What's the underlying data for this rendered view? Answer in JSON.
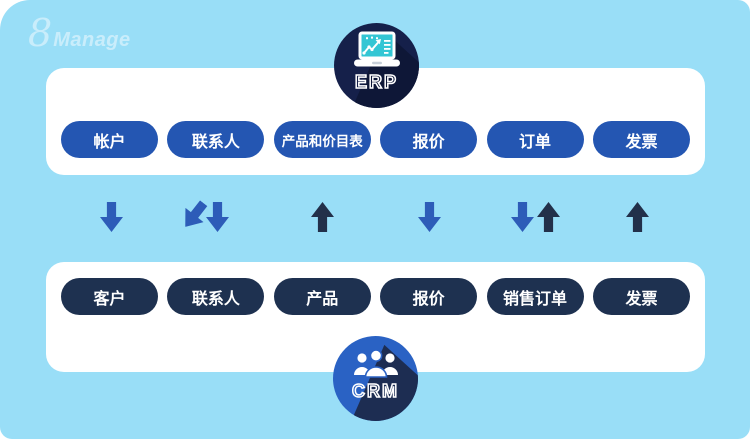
{
  "logo": {
    "prefix": "8",
    "name": "Manage"
  },
  "diagram": {
    "erp": {
      "label": "ERP",
      "icon": "laptop-chart-icon",
      "items": [
        "帐户",
        "联系人",
        "产品和价目表",
        "报价",
        "订单",
        "发票"
      ]
    },
    "crm": {
      "label": "CRM",
      "icon": "people-icon",
      "items": [
        "客户",
        "联系人",
        "产品",
        "报价",
        "销售订单",
        "发票"
      ]
    },
    "sync_arrows": [
      {
        "between": "帐户/客户",
        "directions": [
          "erp-to-crm"
        ]
      },
      {
        "between": "联系人/联系人",
        "directions": [
          "erp-to-crm",
          "erp-to-crm"
        ]
      },
      {
        "between": "产品和价目表/产品",
        "directions": [
          "crm-to-erp"
        ]
      },
      {
        "between": "报价/报价",
        "directions": [
          "erp-to-crm"
        ]
      },
      {
        "between": "订单/销售订单",
        "directions": [
          "erp-to-crm",
          "crm-to-erp"
        ]
      },
      {
        "between": "发票/发票",
        "directions": [
          "crm-to-erp"
        ]
      }
    ]
  },
  "colors": {
    "background": "#99def7",
    "panel": "#ffffff",
    "erp_pill_blue": "#2456b2",
    "crm_pill_navy": "#1e3150",
    "down_arrow_blue": "#2d5cb8",
    "up_arrow_navy": "#22304a",
    "erp_circle": "#15204a",
    "crm_circle": "#2a62c4",
    "laptop_screen_teal": "#33c6d4",
    "logo_text": "#c9edfb"
  }
}
